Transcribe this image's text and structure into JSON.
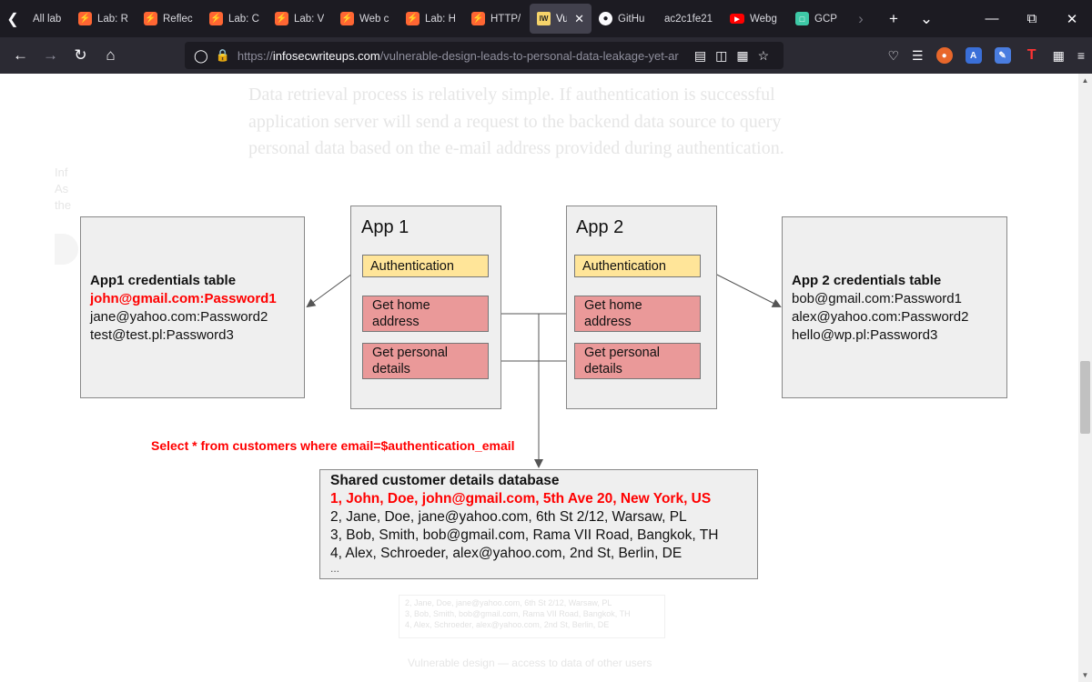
{
  "tabs": [
    {
      "label": "All lab",
      "icon": "portswigger-icon",
      "active": false
    },
    {
      "label": "Lab: R",
      "icon": "portswigger-icon",
      "active": false
    },
    {
      "label": "Reflec",
      "icon": "portswigger-icon",
      "active": false
    },
    {
      "label": "Lab: C",
      "icon": "portswigger-icon",
      "active": false
    },
    {
      "label": "Lab: V",
      "icon": "portswigger-icon",
      "active": false
    },
    {
      "label": "Web c",
      "icon": "portswigger-icon",
      "active": false
    },
    {
      "label": "Lab: H",
      "icon": "portswigger-icon",
      "active": false
    },
    {
      "label": "HTTP/",
      "icon": "portswigger-icon",
      "active": false
    },
    {
      "label": "Vul",
      "icon": "infosec-icon",
      "active": true
    },
    {
      "label": "GitHu",
      "icon": "github-icon",
      "active": false
    },
    {
      "label": "ac2c1fe21",
      "icon": "",
      "active": false
    },
    {
      "label": "Webg",
      "icon": "youtube-icon",
      "active": false
    },
    {
      "label": "GCP",
      "icon": "gcp-icon",
      "active": false
    }
  ],
  "iw_badge": "IW",
  "url": {
    "scheme": "https://",
    "host": "infosecwriteups.com",
    "path": "/vulnerable-design-leads-to-personal-data-leakage-yet-ar"
  },
  "article": {
    "faded_paragraph": "Data retrieval process is relatively simple. If authentication is successful application server will send a request to the backend data source to query personal data based on the e-mail address provided during authentication.",
    "side_faded": "Inf As the",
    "faded_box_lines": [
      "2, Jane, Doe, jane@yahoo.com, 6th St 2/12, Warsaw, PL",
      "3, Bob, Smith, bob@gmail.com, Rama VII Road, Bangkok, TH",
      "4, Alex, Schroeder, alex@yahoo.com, 2nd St, Berlin, DE"
    ],
    "faded_caption": "Vulnerable design — access to data of other users"
  },
  "diagram": {
    "app1": {
      "title": "App 1",
      "auth": "Authentication",
      "home": [
        "Get home",
        "address"
      ],
      "personal": [
        "Get personal",
        "details"
      ]
    },
    "app2": {
      "title": "App 2",
      "auth": "Authentication",
      "home": [
        "Get home",
        "address"
      ],
      "personal": [
        "Get personal",
        "details"
      ]
    },
    "cred1": {
      "title": "App1 credentials table",
      "highlight": "john@gmail.com:Password1",
      "rows": [
        "jane@yahoo.com:Password2",
        "test@test.pl:Password3"
      ]
    },
    "cred2": {
      "title": "App 2 credentials table",
      "rows": [
        "bob@gmail.com:Password1",
        "alex@yahoo.com:Password2",
        "hello@wp.pl:Password3"
      ]
    },
    "query": "Select * from customers where email=$authentication_email",
    "db": {
      "title": "Shared customer details database",
      "highlight": "1, John, Doe, john@gmail.com, 5th Ave 20, New York, US",
      "rows": [
        "2, Jane, Doe, jane@yahoo.com, 6th St 2/12, Warsaw, PL",
        "3, Bob, Smith, bob@gmail.com, Rama VII Road, Bangkok, TH",
        "4, Alex, Schroeder, alex@yahoo.com, 2nd St, Berlin, DE"
      ],
      "ellipsis": "..."
    }
  }
}
